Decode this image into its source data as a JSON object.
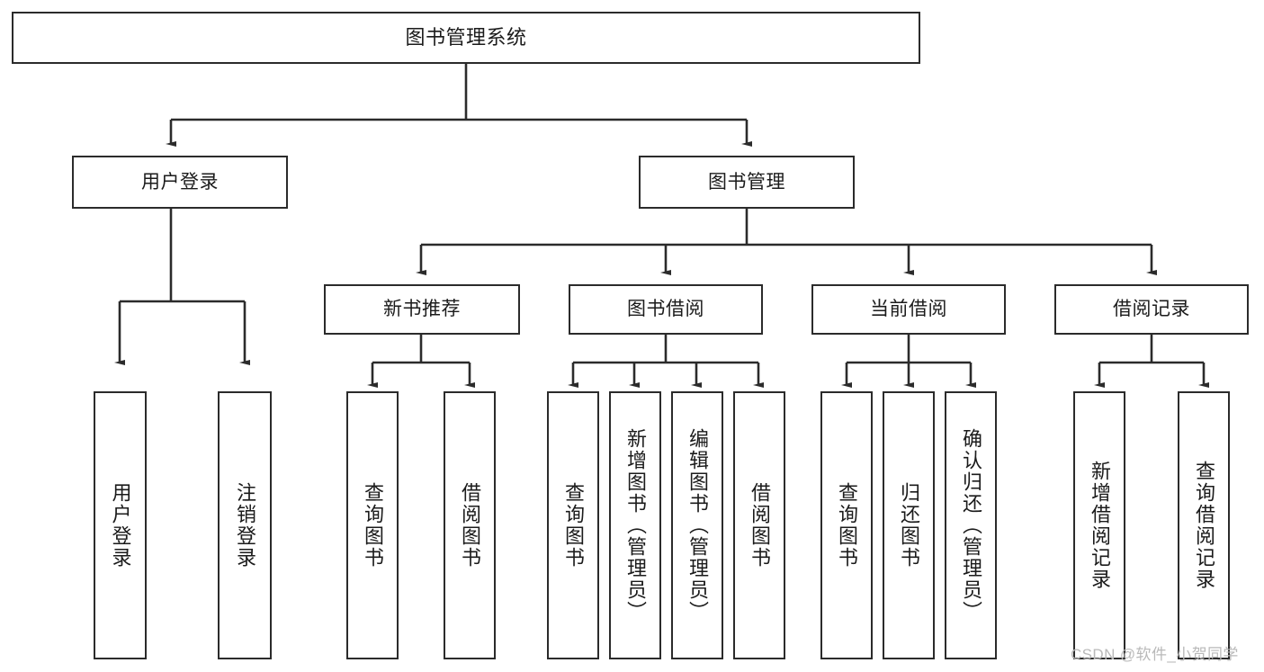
{
  "diagram": {
    "type": "tree-hierarchy",
    "title": "图书管理系统",
    "root": {
      "label": "图书管理系统"
    },
    "level1": [
      {
        "label": "用户登录"
      },
      {
        "label": "图书管理"
      }
    ],
    "level2": [
      {
        "label": "新书推荐"
      },
      {
        "label": "图书借阅"
      },
      {
        "label": "当前借阅"
      },
      {
        "label": "借阅记录"
      }
    ],
    "leaves": {
      "user_login": [
        {
          "label": "用户登录"
        },
        {
          "label": "注销登录"
        }
      ],
      "new_book_recommend": [
        {
          "label": "查询图书"
        },
        {
          "label": "借阅图书"
        }
      ],
      "book_borrow": [
        {
          "label": "查询图书"
        },
        {
          "label": "新增图书（管理员）"
        },
        {
          "label": "编辑图书（管理员）"
        },
        {
          "label": "借阅图书"
        }
      ],
      "current_borrow": [
        {
          "label": "查询图书"
        },
        {
          "label": "归还图书"
        },
        {
          "label": "确认归还（管理员）"
        }
      ],
      "borrow_record": [
        {
          "label": "新增借阅记录"
        },
        {
          "label": "查询借阅记录"
        }
      ]
    }
  },
  "watermark": {
    "text": "CSDN @软件_小贺同学"
  },
  "colors": {
    "stroke": "#2b2b2b",
    "background": "#ffffff",
    "text": "#1b1b1b",
    "watermark": "#b9b9b9"
  }
}
